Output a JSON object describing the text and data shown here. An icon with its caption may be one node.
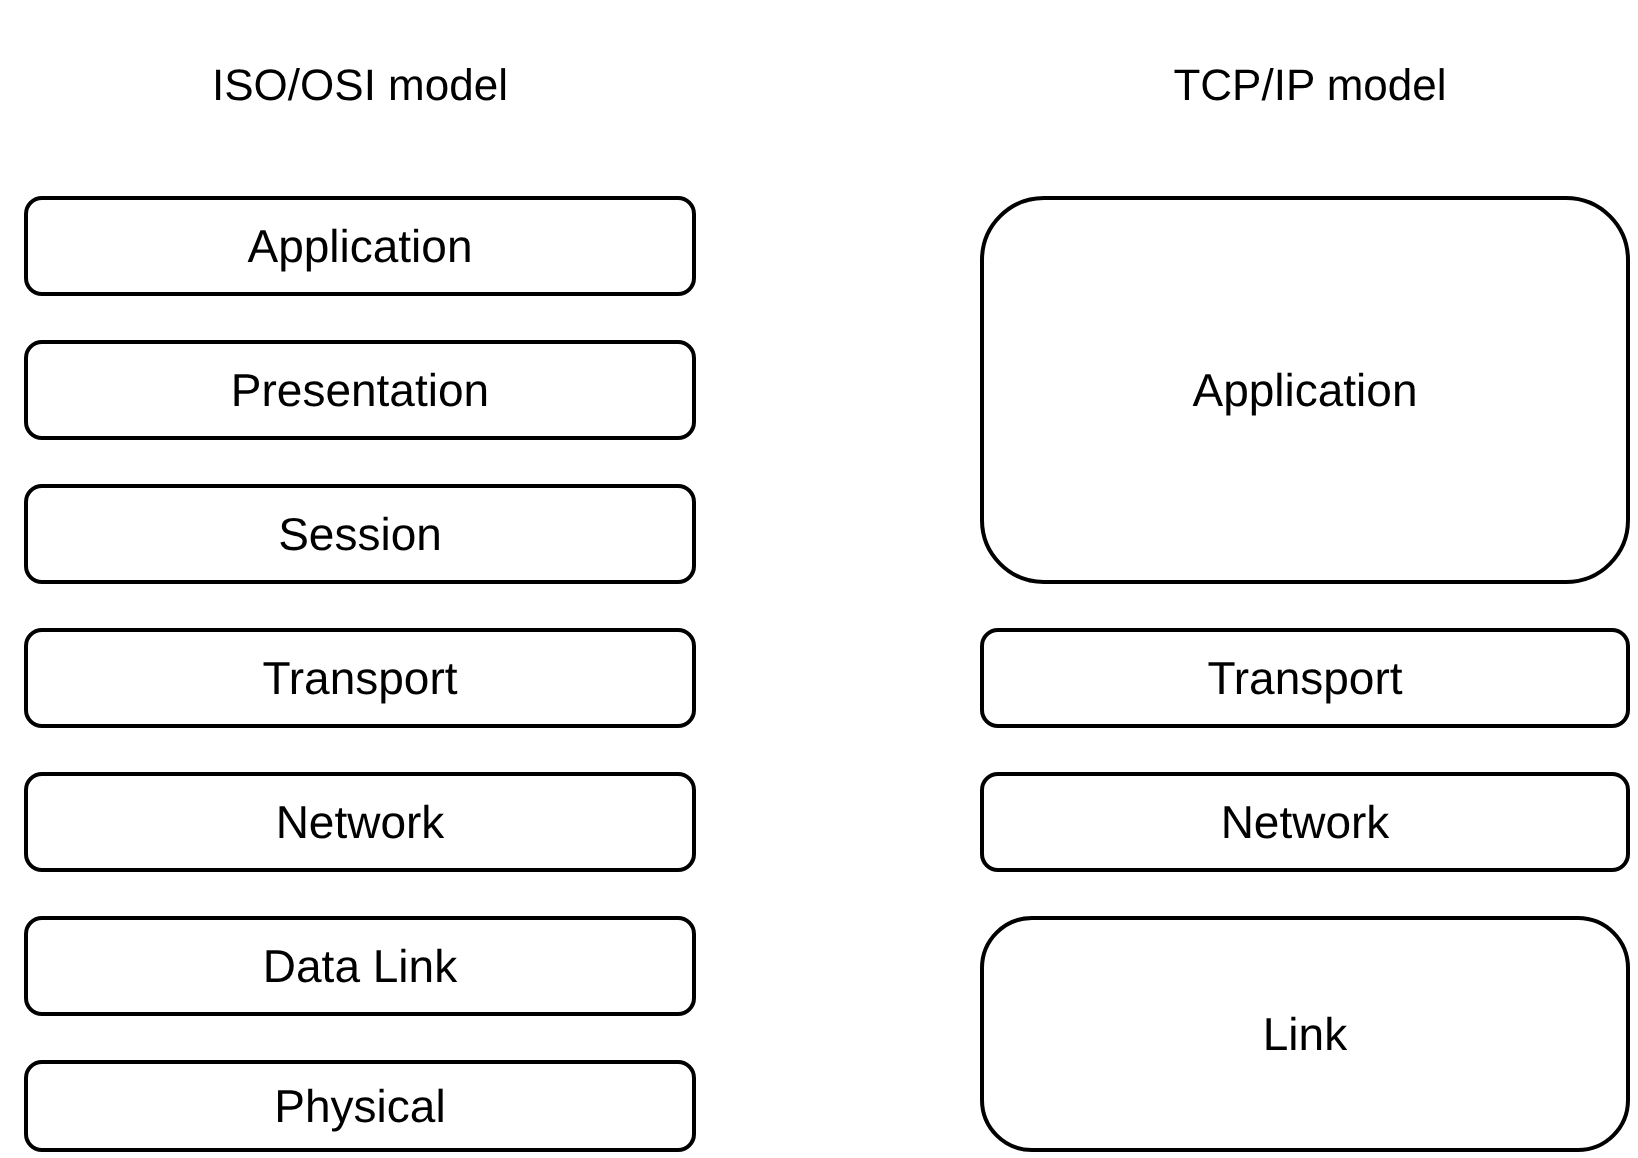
{
  "diagram": {
    "nodes": [
      {
        "text": [
          "Application"
        ]
      },
      {
        "text": [
          "Presentation"
        ]
      },
      {
        "text": [
          "Session"
        ]
      },
      {
        "text": [
          "Transport"
        ]
      },
      {
        "text": [
          "Network"
        ]
      },
      {
        "text": [
          "Data Link"
        ]
      },
      {
        "text": [
          "Physical"
        ]
      },
      {
        "text": [
          "Application"
        ]
      },
      {
        "text": [
          "Transport"
        ]
      },
      {
        "text": [
          "Network"
        ]
      },
      {
        "text": [
          "Link"
        ]
      }
    ],
    "labels": [
      "ISO/OSI model",
      "TCP/IP model"
    ]
  }
}
